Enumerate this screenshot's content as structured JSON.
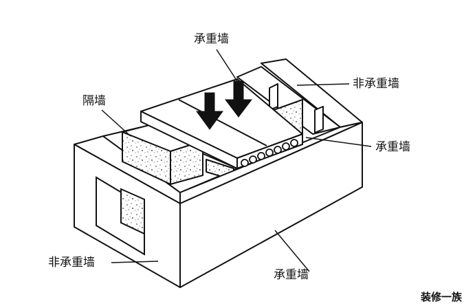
{
  "labels": {
    "top_load_bearing": "承重墙",
    "partition": "隔墙",
    "right_non_load_bearing": "非承重墙",
    "right_load_bearing": "承重墙",
    "left_non_load_bearing": "非承重墙",
    "bottom_load_bearing": "承重墙"
  },
  "watermark": "装修一族",
  "colors": {
    "line": "#111111",
    "fill": "#ffffff",
    "texture": "#222222"
  },
  "icons": [
    "down-arrow-icon",
    "down-arrow-icon"
  ]
}
